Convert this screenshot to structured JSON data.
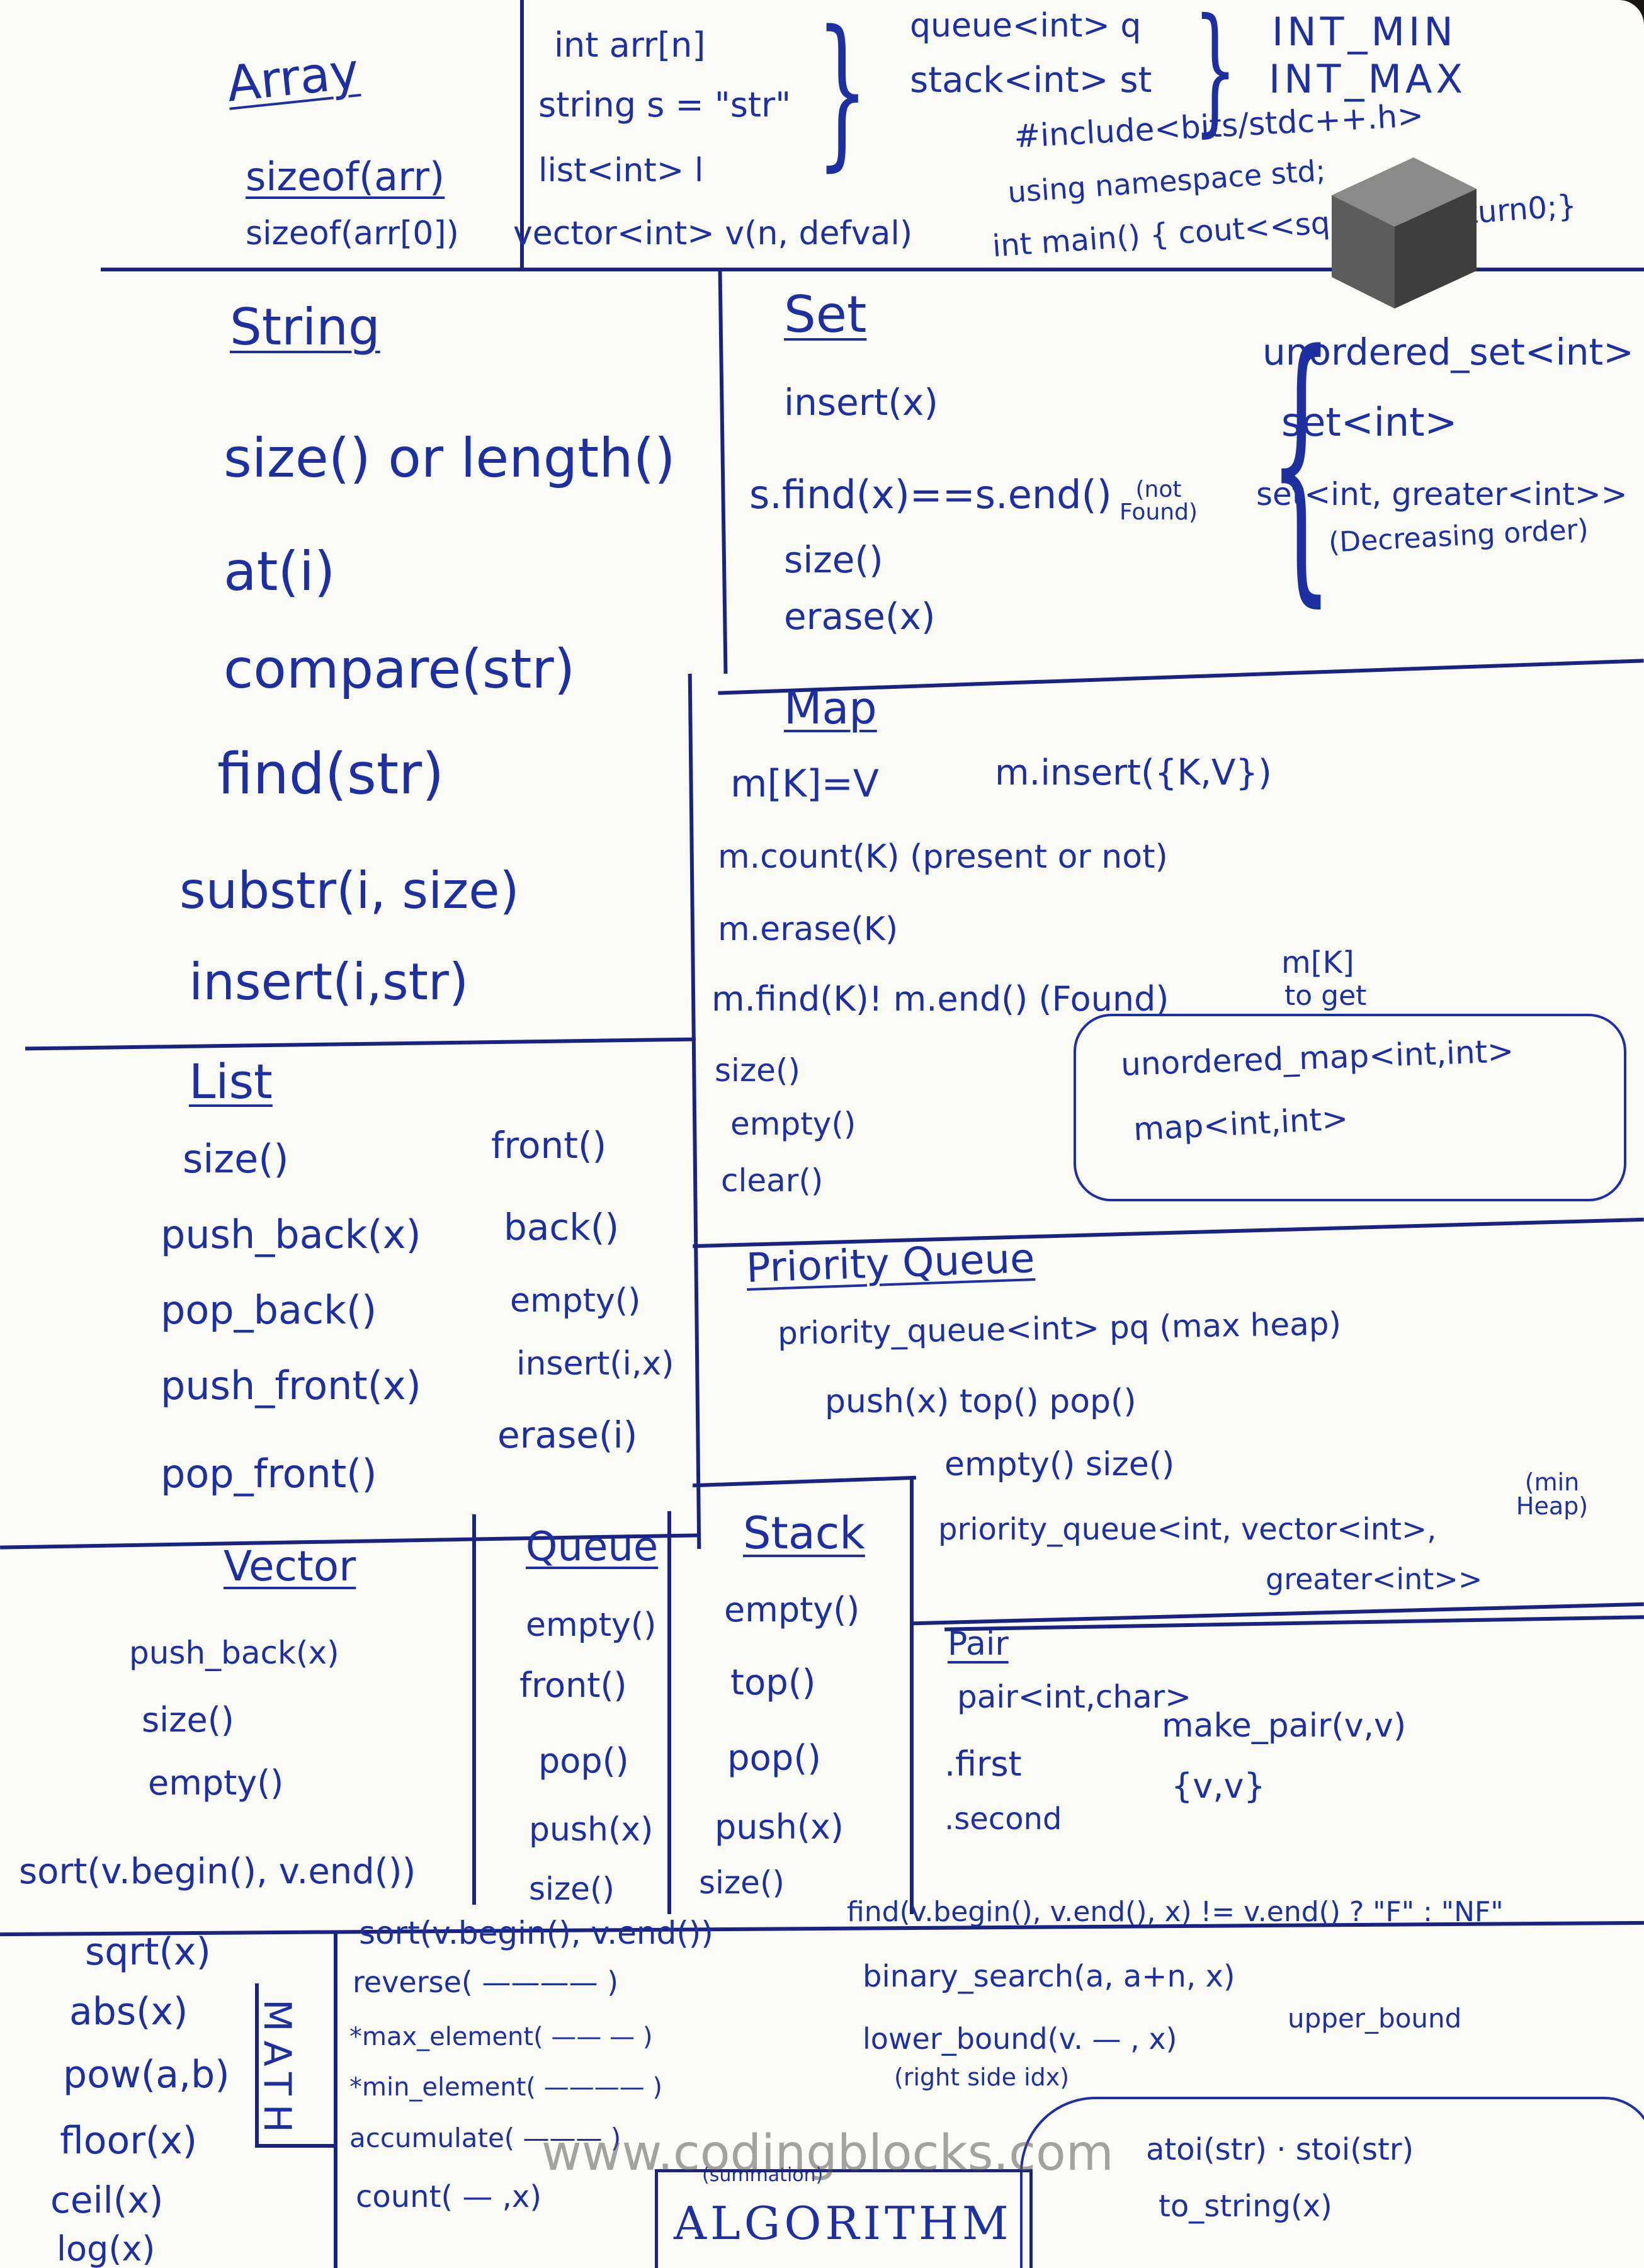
{
  "array": {
    "title": "Array",
    "sizeof1": "sizeof(arr)",
    "sizeof2": "sizeof(arr[0])"
  },
  "decls": {
    "l1": "int arr[n]",
    "l2": "string s = \"str\"",
    "l3": "list<int> l",
    "l4": "vector<int> v(n, defval)"
  },
  "top_right": {
    "queue": "queue<int> q",
    "stack": "stack<int> st",
    "int_min": "INT_MIN",
    "int_max": "INT_MAX",
    "include": "#include<bits/stdc++.h>",
    "using": "using namespace std;",
    "main": "int main() { cout<<sqrt(25); return0;}"
  },
  "string": {
    "title": "String",
    "items": [
      "size() or length()",
      "at(i)",
      "compare(str)",
      "find(str)",
      "substr(i, size)",
      "insert(i,str)"
    ]
  },
  "set": {
    "title": "Set",
    "items": [
      "insert(x)",
      "s.find(x)==s.end()",
      "size()",
      "erase(x)"
    ],
    "not_found": "(not Found)",
    "types": [
      "unordered_set<int>",
      "set<int>",
      "set<int, greater<int>>"
    ],
    "decreasing": "(Decreasing order)"
  },
  "map": {
    "title": "Map",
    "l1a": "m[K]=V",
    "l1b": "m.insert({K,V})",
    "l2": "m.count(K) (present or not)",
    "l3": "m.erase(K)",
    "l4": "m.find(K)! m.end() (Found)",
    "to_get_a": "m[K]",
    "to_get_b": "to get",
    "items": [
      "size()",
      "empty()",
      "clear()"
    ],
    "types": [
      "unordered_map<int,int>",
      "map<int,int>"
    ]
  },
  "list": {
    "title": "List",
    "left": [
      "size()",
      "push_back(x)",
      "pop_back()",
      "push_front(x)",
      "pop_front()"
    ],
    "right": [
      "front()",
      "back()",
      "empty()",
      "insert(i,x)",
      "erase(i)"
    ]
  },
  "pq": {
    "title": "Priority Queue",
    "l1": "priority_queue<int> pq (max heap)",
    "l2": "push(x) top() pop()",
    "l3": "empty() size()",
    "l4": "priority_queue<int, vector<int>,",
    "l5": "greater<int>>",
    "min_heap": "(min Heap)"
  },
  "vector": {
    "title": "Vector",
    "items": [
      "push_back(x)",
      "size()",
      "empty()"
    ],
    "sort": "sort(v.begin(), v.end())"
  },
  "queue": {
    "title": "Queue",
    "items": [
      "empty()",
      "front()",
      "pop()",
      "push(x)",
      "size()"
    ]
  },
  "stack": {
    "title": "Stack",
    "items": [
      "empty()",
      "top()",
      "pop()",
      "push(x)",
      "size()"
    ]
  },
  "pair": {
    "title": "Pair",
    "decl": "pair<int,char>",
    "first": ".first",
    "second": ".second",
    "make": "make_pair(v,v)",
    "brace": "{v,v}"
  },
  "math": {
    "label": "MATH",
    "items": [
      "sqrt(x)",
      "abs(x)",
      "pow(a,b)",
      "floor(x)",
      "ceil(x)",
      "log(x)"
    ]
  },
  "algorithm": {
    "label": "ALGORITHM",
    "items": [
      "sort(v.begin(), v.end())",
      "reverse( ———— )",
      "*max_element( —— — )",
      "*min_element( ———— )",
      "accumulate( ——— )",
      "count( — ,x)"
    ],
    "sum_note": "(summation)",
    "find": "find(v.begin(), v.end(), x) != v.end() ? \"F\" : \"NF\"",
    "binary": "binary_search(a, a+n, x)",
    "lower": "lower_bound(v. — , x)",
    "upper": "upper_bound",
    "right_side": "(right side idx)",
    "atoi": "atoi(str) · stoi(str)",
    "to_string": "to_string(x)"
  },
  "watermark": "www.codingblocks.com",
  "colors": {
    "ink": "#1e2fa0",
    "paper": "#fbfbf7"
  }
}
